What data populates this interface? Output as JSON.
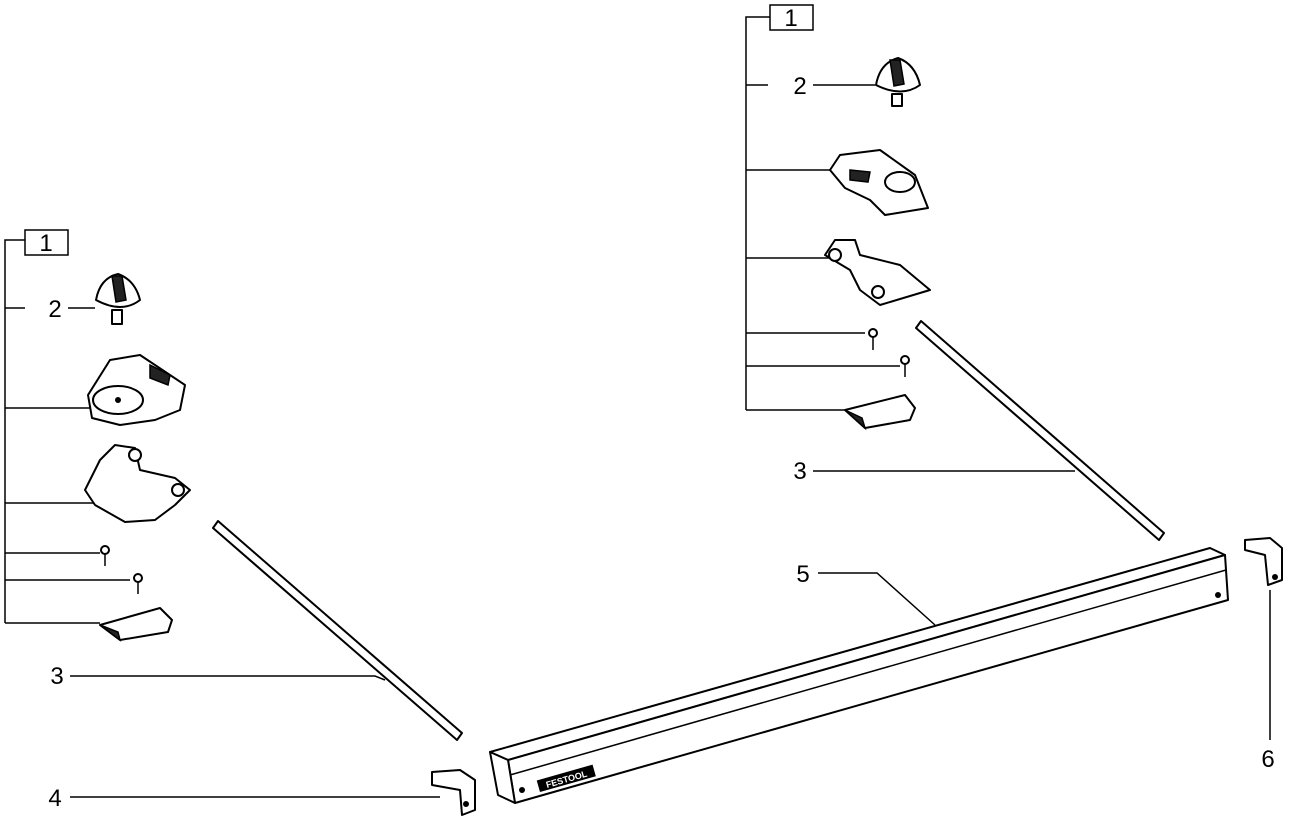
{
  "diagram": {
    "left_group": {
      "group_label": "1",
      "labels": {
        "knob": "2",
        "rod": "3",
        "end_cap": "4"
      }
    },
    "right_group": {
      "group_label": "1",
      "labels": {
        "knob": "2",
        "rod": "3",
        "rail": "5",
        "end_cap": "6"
      }
    },
    "rail_logo": "FESTOOL"
  }
}
